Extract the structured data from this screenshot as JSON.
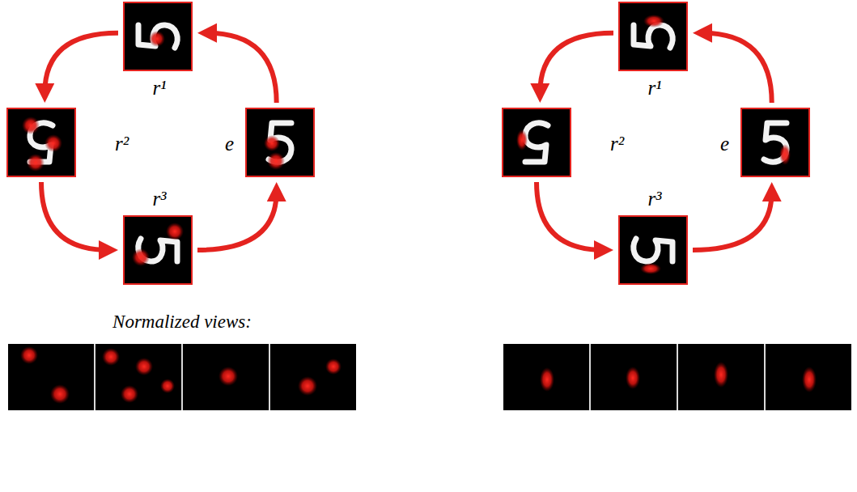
{
  "diagram": {
    "nodes": [
      {
        "text": [
          "r¹"
        ]
      },
      {
        "text": [
          "r²"
        ]
      },
      {
        "text": [
          "e"
        ]
      },
      {
        "text": [
          "r³"
        ]
      },
      {
        "text": [
          "r¹"
        ]
      },
      {
        "text": [
          "r²"
        ]
      },
      {
        "text": [
          "e"
        ]
      },
      {
        "text": [
          "r³"
        ]
      }
    ],
    "edges": [
      {
        "from": 0,
        "to": 1,
        "arrow": "to"
      },
      {
        "from": 1,
        "to": 3,
        "arrow": "to"
      },
      {
        "from": 3,
        "to": 2,
        "arrow": "to"
      },
      {
        "from": 2,
        "to": 0,
        "arrow": "to"
      },
      {
        "from": 4,
        "to": 5,
        "arrow": "to"
      },
      {
        "from": 5,
        "to": 7,
        "arrow": "to"
      },
      {
        "from": 7,
        "to": 6,
        "arrow": "to"
      },
      {
        "from": 6,
        "to": 4,
        "arrow": "to"
      }
    ],
    "labels": [
      "Normalized views:"
    ]
  }
}
